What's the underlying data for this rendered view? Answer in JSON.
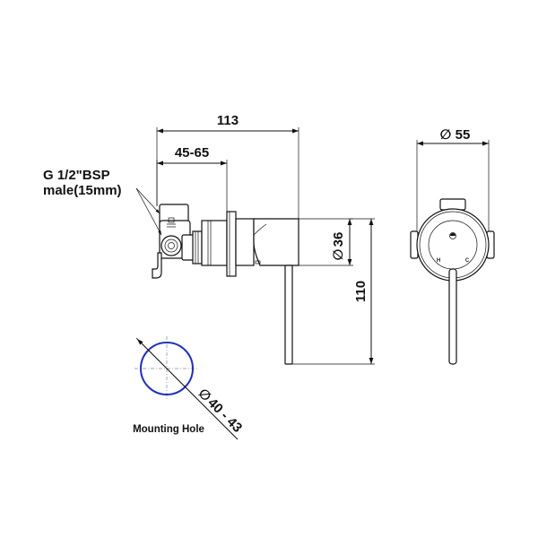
{
  "dimensions": {
    "overall_length": "113",
    "inlet_range": "45-65",
    "body_diameter": "36",
    "height": "110",
    "plate_diameter": "55",
    "hole_range": "40 - 43",
    "diameter_symbol": "∅"
  },
  "notes": {
    "thread_line1": "G 1/2\"BSP",
    "thread_line2": "male(15mm)",
    "mounting_hole_label": "Mounting Hole"
  },
  "handle_marks": {
    "hot": "H",
    "cold": "C"
  },
  "colors": {
    "hole_outline": "#1f2fc0",
    "line": "#111111"
  }
}
